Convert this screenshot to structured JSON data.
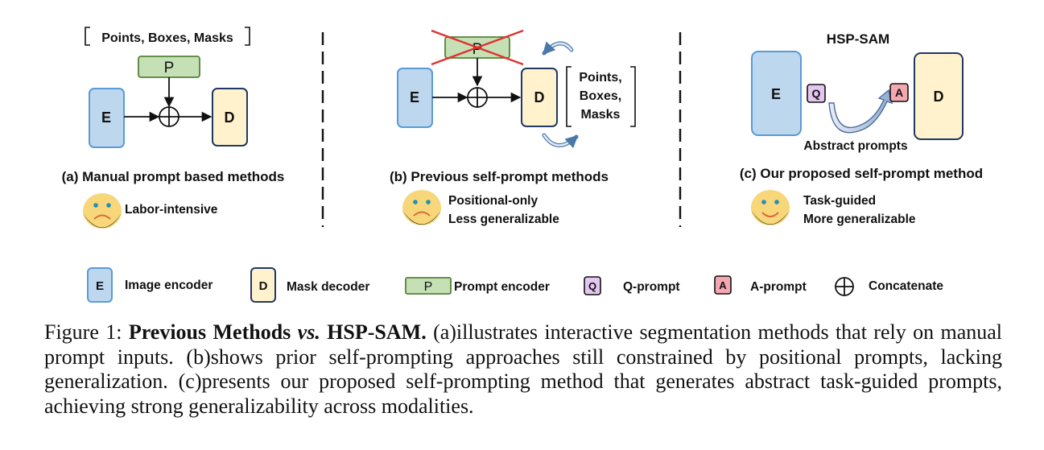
{
  "panel_a": {
    "prompt_types": "Points, Boxes, Masks",
    "prompt_block": "P",
    "encoder_block": "E",
    "decoder_block": "D",
    "title": "(a) Manual prompt based methods",
    "verdict": "Labor-intensive"
  },
  "panel_b": {
    "prompt_block": "P",
    "encoder_block": "E",
    "decoder_block": "D",
    "output_line1": "Points,",
    "output_line2": "Boxes,",
    "output_line3": "Masks",
    "title": "(b) Previous self-prompt methods",
    "verdict_line1": "Positional-only",
    "verdict_line2": "Less generalizable"
  },
  "panel_c": {
    "header": "HSP-SAM",
    "encoder_block": "E",
    "q_block": "Q",
    "a_block": "A",
    "decoder_block": "D",
    "arrow_label": "Abstract prompts",
    "title": "(c) Our proposed self-prompt method",
    "verdict_line1": "Task-guided",
    "verdict_line2": "More generalizable"
  },
  "legend": {
    "e_symbol": "E",
    "e_label": "Image encoder",
    "d_symbol": "D",
    "d_label": "Mask decoder",
    "p_symbol": "P",
    "p_label": "Prompt encoder",
    "q_symbol": "Q",
    "q_label": "Q-prompt",
    "a_symbol": "A",
    "a_label": "A-prompt",
    "concat_label": "Concatenate"
  },
  "caption": {
    "prefix": "Figure 1: ",
    "bold_1": "Previous Methods ",
    "italic_vs": "vs.",
    "bold_2": " HSP-SAM.",
    "text": " (a)illustrates interactive segmentation methods that rely on manual prompt inputs. (b)shows prior self-prompting approaches still constrained by positional prompts, lacking generalization. (c)presents our proposed self-prompting method that generates abstract task-guided prompts, achieving strong generalizability across modalities."
  },
  "colors": {
    "encoder_fill": "#bdd7ee",
    "encoder_stroke": "#5b9bd5",
    "decoder_fill": "#fff2cc",
    "decoder_stroke": "#1f3864",
    "prompt_fill": "#c5e0b4",
    "prompt_stroke": "#548235",
    "q_fill": "#e4c6f0",
    "a_fill": "#f4a7b0",
    "cross": "#e03030",
    "face": "#f7d77a"
  }
}
